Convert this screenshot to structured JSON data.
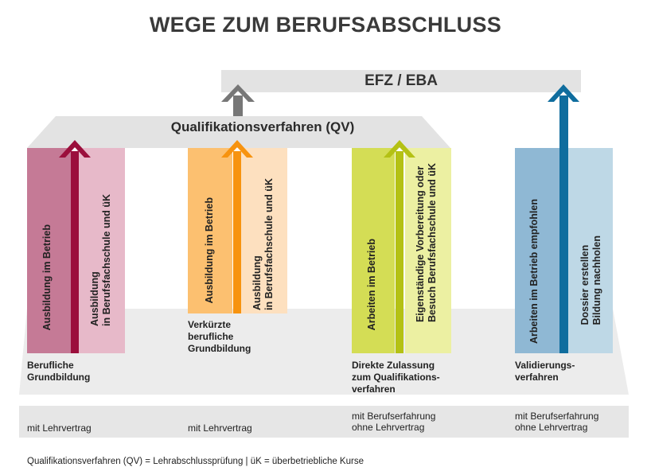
{
  "title": "WEGE ZUM BERUFSABSCHLUSS",
  "top_box": "EFZ / EBA",
  "qv_label": "Qualifikationsverfahren (QV)",
  "colors": {
    "red_dark": "#c57a96",
    "red_light": "#e7b9c9",
    "red_arrow": "#9b0f3c",
    "orange_dark": "#fcc070",
    "orange_light": "#fde0bf",
    "orange_arrow": "#f7930f",
    "green_dark": "#d4dd55",
    "green_light": "#ecf0a2",
    "green_arrow": "#b4c114",
    "blue_dark": "#8fb8d4",
    "blue_light": "#bed8e6",
    "blue_arrow": "#0f6d9e",
    "grey_arrow": "#777777",
    "grey_band": "#e3e3e3"
  },
  "paths": [
    {
      "bar_left": "Ausbildung im Betrieb",
      "bar_right": "Ausbildung\nin Berufsfachschule und üK",
      "label": "Berufliche\nGrundbildung",
      "row": "mit Lehrvertrag"
    },
    {
      "bar_left": "Ausbildung im Betrieb",
      "bar_right": "Ausbildung\nin Berufsfachschule und üK",
      "label": "Verkürzte\nberufliche\nGrundbildung",
      "row": "mit Lehrvertrag"
    },
    {
      "bar_left": "Arbeiten im Betrieb",
      "bar_right": "Eigenständige Vorbereitung oder\nBesuch Berufsfachschule und üK",
      "label": "Direkte Zulassung\nzum Qualifikations-\nverfahren",
      "row": "mit Berufserfahrung\nohne Lehrvertrag"
    },
    {
      "bar_left": "Arbeiten im Betrieb empfohlen",
      "bar_right": "Dossier erstellen\nBildung nachholen",
      "label": "Validierungs-\nverfahren",
      "row": "mit Berufserfahrung\nohne Lehrvertrag"
    }
  ],
  "footnote": "Qualifikationsverfahren (QV) = Lehrabschlussprüfung  |  üK = überbetriebliche Kurse"
}
